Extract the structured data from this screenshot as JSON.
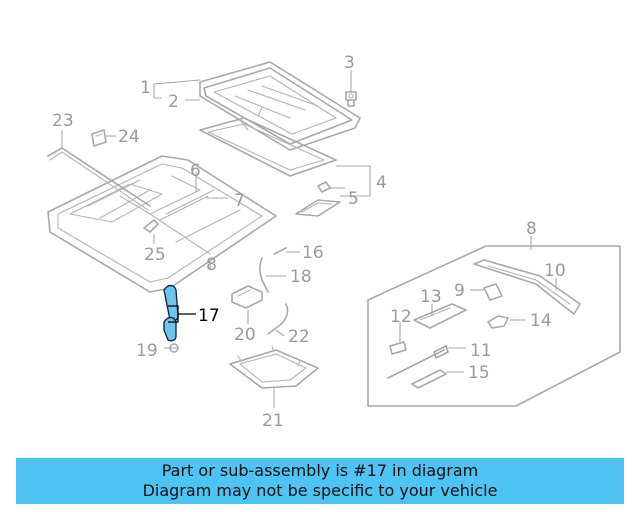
{
  "diagram": {
    "callouts": [
      "1",
      "2",
      "3",
      "4",
      "5",
      "6",
      "7",
      "8",
      "8",
      "10",
      "9",
      "13",
      "12",
      "14",
      "11",
      "15",
      "16",
      "18",
      "17",
      "19",
      "20",
      "22",
      "21",
      "23",
      "24",
      "25"
    ],
    "highlighted_part": "17"
  },
  "banner": {
    "line1": "Part or sub-assembly is #17 in diagram",
    "line2": "Diagram may not be specific to your vehicle",
    "color": "#4ec3f4"
  },
  "colors": {
    "highlight": "#6ec6f0",
    "lines": "#a8a8a8"
  }
}
